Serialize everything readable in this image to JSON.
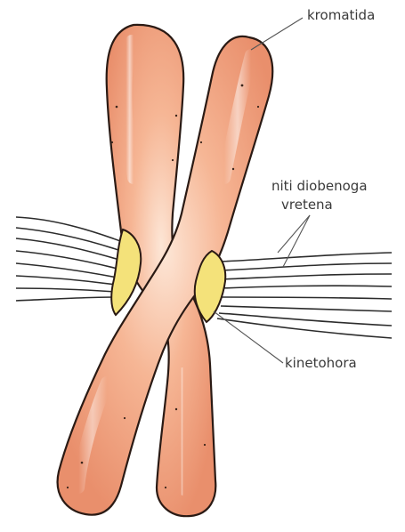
{
  "labels": {
    "chromatid": "kromatida",
    "spindle_line1": "niti diobenoga",
    "spindle_line2": "vretena",
    "kinetochore": "kinetohora"
  },
  "colors": {
    "chromatid_fill": "#f2a180",
    "chromatid_highlight": "#fbd9c3",
    "chromatid_outline": "#2a1a14",
    "kinetochore_fill": "#f4e27a",
    "spindle_fiber": "#2c2c2c",
    "leader_line": "#555555"
  }
}
